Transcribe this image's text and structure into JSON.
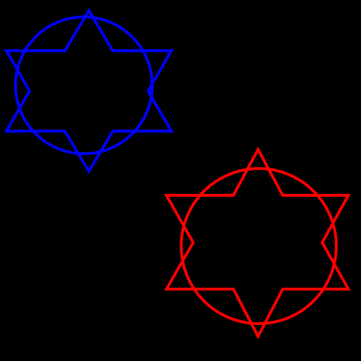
{
  "background_color": "#000000",
  "figures": [
    {
      "name": "blue",
      "color": "#0000ff",
      "shapes": [
        "circle",
        "hexagram"
      ]
    },
    {
      "name": "red",
      "color": "#ff0000",
      "shapes": [
        "circle",
        "hexagram"
      ]
    }
  ]
}
